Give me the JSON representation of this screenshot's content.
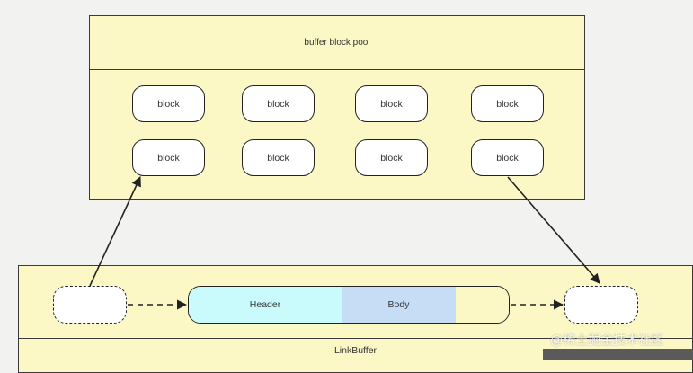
{
  "pool": {
    "title": "buffer block pool",
    "blocks": [
      "block",
      "block",
      "block",
      "block",
      "block",
      "block",
      "block",
      "block"
    ]
  },
  "link_buffer": {
    "label": "LinkBuffer",
    "header": "Header",
    "body": "Body"
  },
  "watermark": "@稀土掘金技术社区",
  "colors": {
    "container_fill": "#fbf8c5",
    "header_fill": "#c9fbfd",
    "body_fill": "#c7ddf6",
    "stroke": "#222222"
  }
}
